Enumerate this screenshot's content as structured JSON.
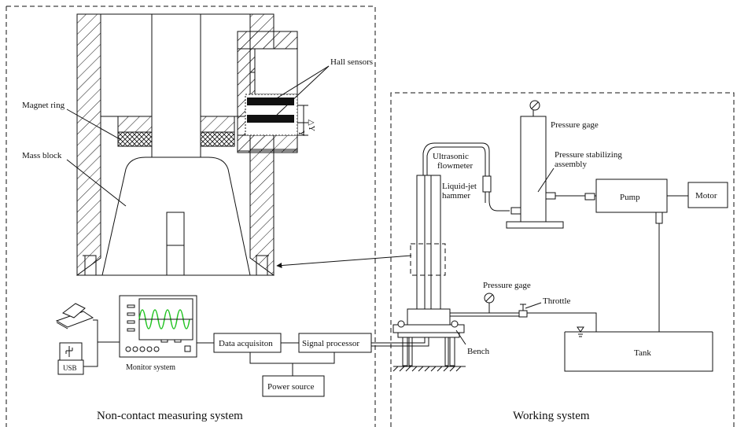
{
  "labels": {
    "hall_sensors": "Hall sensors",
    "magnet_ring": "Magnet ring",
    "mass_block": "Mass block",
    "delta_y": "△Y",
    "y": "Y",
    "pressure_gage_top": "Pressure gage",
    "pressure_stabilizing": [
      "Pressure stabilizing",
      "assembly"
    ],
    "ultrasonic": [
      "Ultrasonic",
      "flowmeter"
    ],
    "liquid_jet": [
      "Liquid-jet",
      "hammer"
    ],
    "pump": "Pump",
    "motor": "Motor",
    "pressure_gage_bottom": "Pressure gage",
    "throttle": "Throttle",
    "bench": "Bench",
    "tank": "Tank",
    "usb": "USB",
    "monitor_system": "Monitor system",
    "data_acquisition": "Data acquisiton",
    "signal_processor": "Signal processor",
    "power_source": "Power source",
    "non_contact_title": "Non-contact measuring system",
    "working_title": "Working system"
  },
  "colors": {
    "waveform": "#22c322",
    "line": "#111111"
  }
}
